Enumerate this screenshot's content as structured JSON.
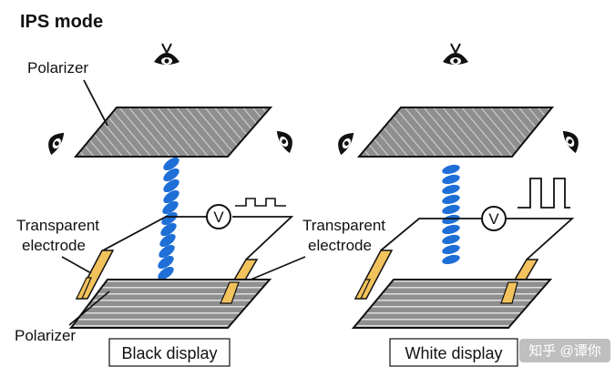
{
  "title": "IPS mode",
  "labels": {
    "polarizer_top": "Polarizer",
    "transparent_left_1": "Transparent",
    "electrode_left": "electrode",
    "transparent_right_1": "Transparent",
    "electrode_right": "electrode",
    "polarizer_bottom": "Polarizer",
    "voltmeter_left": "V",
    "voltmeter_right": "V"
  },
  "captions": {
    "left": "Black display",
    "right": "White display"
  },
  "watermark": "知乎 @谭你",
  "colors": {
    "polarizer_fill": "#8f8f8f",
    "electrode_fill": "#f2c25c",
    "crystal_blue": "#1f6fd6",
    "line": "#111111"
  }
}
